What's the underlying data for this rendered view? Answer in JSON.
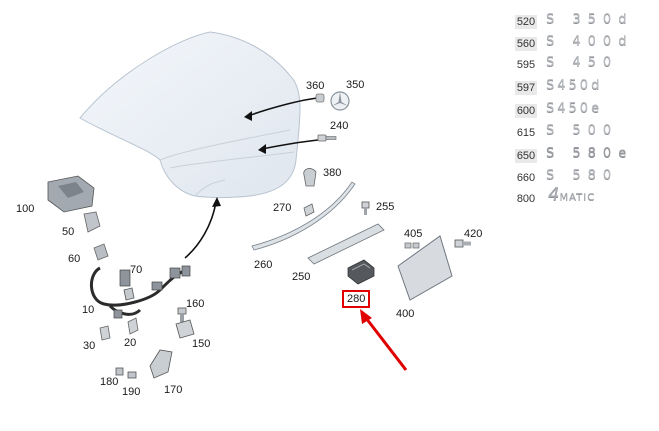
{
  "parts": {
    "p10": "10",
    "p20": "20",
    "p30": "30",
    "p50": "50",
    "p60": "60",
    "p70": "70",
    "p100": "100",
    "p150": "150",
    "p160": "160",
    "p170": "170",
    "p180": "180",
    "p190": "190",
    "p240": "240",
    "p250": "250",
    "p255": "255",
    "p260": "260",
    "p270": "270",
    "p280": "280",
    "p350": "350",
    "p360": "360",
    "p380": "380",
    "p400": "400",
    "p405": "405",
    "p420": "420"
  },
  "highlight_color": "#e00000",
  "badges": [
    {
      "code": "520",
      "text": "S 350d"
    },
    {
      "code": "560",
      "text": "S 400d"
    },
    {
      "code": "595",
      "text": "S 450"
    },
    {
      "code": "597",
      "text": "S450d"
    },
    {
      "code": "600",
      "text": "S450e"
    },
    {
      "code": "615",
      "text": "S 500"
    },
    {
      "code": "650",
      "text": "S 580e"
    },
    {
      "code": "660",
      "text": "S 580"
    },
    {
      "code": "800",
      "four": "4",
      "matic": "MATIC"
    }
  ]
}
